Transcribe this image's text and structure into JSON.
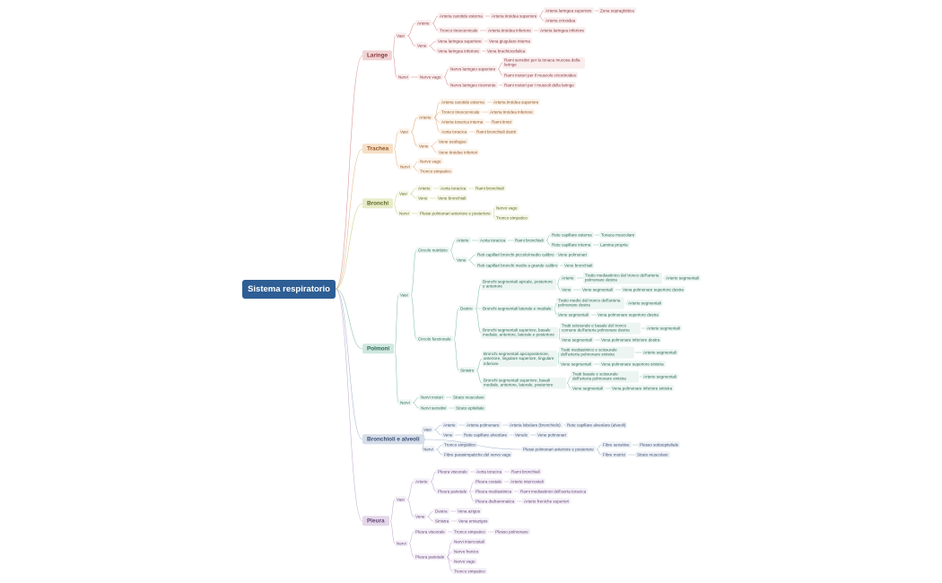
{
  "root": {
    "label": "Sistema respiratorio"
  },
  "branches": [
    {
      "id": "laringe",
      "color": "#d0767a",
      "bg": "#f1d3d4",
      "fg": "#8a3a3e",
      "label": "Laringe",
      "children": [
        {
          "label": "Vasi",
          "children": [
            {
              "label": "Arterie",
              "children": [
                {
                  "label": "Arteria carotide esterna",
                  "children": [
                    {
                      "label": "Arteria tiroidea superiore",
                      "children": [
                        {
                          "label": "Arteria laringea superiore",
                          "children": [
                            {
                              "label": "Zona sopraglottica"
                            }
                          ]
                        },
                        {
                          "label": "Arteria cricoidea"
                        }
                      ]
                    }
                  ]
                },
                {
                  "label": "Tronco tireocervicale",
                  "children": [
                    {
                      "label": "Arteria tiroidea inferiore",
                      "children": [
                        {
                          "label": "Arteria laringea inferiore"
                        }
                      ]
                    }
                  ]
                }
              ]
            },
            {
              "label": "Vene",
              "children": [
                {
                  "label": "Vena laringea superiore",
                  "children": [
                    {
                      "label": "Vena giugulare interna"
                    }
                  ]
                },
                {
                  "label": "Vena laringea inferiore",
                  "children": [
                    {
                      "label": "Vena brachiocefalica"
                    }
                  ]
                }
              ]
            }
          ]
        },
        {
          "label": "Nervi",
          "children": [
            {
              "label": "Nervo vago",
              "children": [
                {
                  "label": "Nervo laringeo superiore",
                  "children": [
                    {
                      "label": "Rami sensitivi per la tonaca mucosa della laringe"
                    },
                    {
                      "label": "Rami motori per il muscolo cricotiroideo"
                    }
                  ]
                },
                {
                  "label": "Nervo laringeo ricorrente",
                  "children": [
                    {
                      "label": "Rami motori per i muscoli della laringe"
                    }
                  ]
                }
              ]
            }
          ]
        }
      ]
    },
    {
      "id": "trachea",
      "color": "#e0a36a",
      "bg": "#f6dfc6",
      "fg": "#93582a",
      "label": "Trachea",
      "children": [
        {
          "label": "Vasi",
          "children": [
            {
              "label": "Arterie",
              "children": [
                {
                  "label": "Arteria carotide esterna",
                  "children": [
                    {
                      "label": "Arteria tiroidea superiore"
                    }
                  ]
                },
                {
                  "label": "Tronco tireocervicale",
                  "children": [
                    {
                      "label": "Arteria tiroidea inferiore"
                    }
                  ]
                },
                {
                  "label": "Arteria toracica interna",
                  "children": [
                    {
                      "label": "Rami timici"
                    }
                  ]
                },
                {
                  "label": "Aorta toracica",
                  "children": [
                    {
                      "label": "Rami bronchiali destri"
                    }
                  ]
                }
              ]
            },
            {
              "label": "Vene",
              "children": [
                {
                  "label": "Vene esofagee"
                },
                {
                  "label": "Vene tiroidee inferiori"
                }
              ]
            }
          ]
        },
        {
          "label": "Nervi",
          "children": [
            {
              "label": "Nervo vago"
            },
            {
              "label": "Tronco simpatico"
            }
          ]
        }
      ]
    },
    {
      "id": "bronchi",
      "color": "#b9c26b",
      "bg": "#e8ebc9",
      "fg": "#5f6a24",
      "label": "Bronchi",
      "children": [
        {
          "label": "Vasi",
          "children": [
            {
              "label": "Arterie",
              "children": [
                {
                  "label": "Aorta toracica",
                  "children": [
                    {
                      "label": "Rami bronchiali"
                    }
                  ]
                }
              ]
            },
            {
              "label": "Vene",
              "children": [
                {
                  "label": "Vene bronchiali"
                }
              ]
            }
          ]
        },
        {
          "label": "Nervi",
          "children": [
            {
              "label": "Plessi polmonari anteriore e posteriore",
              "children": [
                {
                  "label": "Nervo vago"
                },
                {
                  "label": "Tronco simpatico"
                }
              ]
            }
          ]
        }
      ]
    },
    {
      "id": "polmoni",
      "color": "#6fb49d",
      "bg": "#cfe7de",
      "fg": "#2f6b58",
      "label": "Polmoni",
      "children": [
        {
          "label": "Vasi",
          "children": [
            {
              "label": "Circolo nutritizio",
              "children": [
                {
                  "label": "Arterie",
                  "children": [
                    {
                      "label": "Aorta toracica",
                      "children": [
                        {
                          "label": "Rami bronchiali",
                          "children": [
                            {
                              "label": "Rete capillare esterna",
                              "children": [
                                {
                                  "label": "Tonaca muscolare"
                                }
                              ]
                            },
                            {
                              "label": "Rete capillare interna",
                              "children": [
                                {
                                  "label": "Lamina propria"
                                }
                              ]
                            }
                          ]
                        }
                      ]
                    }
                  ]
                },
                {
                  "label": "Vene",
                  "children": [
                    {
                      "label": "Reti capillari bronchi piccolo/medio calibro",
                      "children": [
                        {
                          "label": "Vene polmonari"
                        }
                      ]
                    },
                    {
                      "label": "Reti capillari bronchi medio a grande calibro",
                      "children": [
                        {
                          "label": "Vene bronchiali"
                        }
                      ]
                    }
                  ]
                }
              ]
            },
            {
              "label": "Circolo funzionale",
              "children": [
                {
                  "label": "Destro",
                  "children": [
                    {
                      "label": "Bronchi segmentali apicale, posteriore e anteriore",
                      "children": [
                        {
                          "label": "Arterie",
                          "children": [
                            {
                              "label": "Tratto mediastinico del tronco dell'arteria polmonare destra",
                              "children": [
                                {
                                  "label": "Arterie segmentali"
                                }
                              ]
                            }
                          ]
                        },
                        {
                          "label": "Vene",
                          "children": [
                            {
                              "label": "Vene segmentali",
                              "children": [
                                {
                                  "label": "Vena polmonare superiore destra"
                                }
                              ]
                            }
                          ]
                        }
                      ]
                    },
                    {
                      "label": "Bronchi segmentali laterale e mediale",
                      "children": [
                        {
                          "label": "Tratto medio del tronco dell'arteria polmonare destra",
                          "children": [
                            {
                              "label": "Arterie segmentali"
                            }
                          ]
                        },
                        {
                          "label": "Vene segmentali",
                          "children": [
                            {
                              "label": "Vena polmonare superiore destra"
                            }
                          ]
                        }
                      ]
                    },
                    {
                      "label": "Bronchi segmentali superiore, basale mediale, anteriore, laterale e posteriore",
                      "children": [
                        {
                          "label": "Tratti scissurale e basale del tronco comune dell'arteria polmonare destra",
                          "children": [
                            {
                              "label": "Arterie segmentali"
                            }
                          ]
                        },
                        {
                          "label": "Vene segmentali",
                          "children": [
                            {
                              "label": "Vena polmonare inferiore destra"
                            }
                          ]
                        }
                      ]
                    }
                  ]
                },
                {
                  "label": "Sinistro",
                  "children": [
                    {
                      "label": "Bronchi segmentali apicoposteriore, anteriore, lingulare superiore, lingulare inferiore",
                      "children": [
                        {
                          "label": "Tratti mediastinico e scissurale dell'arteria polmonare sinistra",
                          "children": [
                            {
                              "label": "Arterie segmentali"
                            }
                          ]
                        },
                        {
                          "label": "Vene segmentali",
                          "children": [
                            {
                              "label": "Vena polmonare superiore sinistra"
                            }
                          ]
                        }
                      ]
                    },
                    {
                      "label": "Bronchi segmentali superiore, basali mediale, anteriore, laterale, posteriore",
                      "children": [
                        {
                          "label": "Tratti basale e scissurale dell'arteria polmonare sinistra",
                          "children": [
                            {
                              "label": "Arterie segmentali"
                            }
                          ]
                        },
                        {
                          "label": "Vene segmentali",
                          "children": [
                            {
                              "label": "Vena polmonare inferiore sinistra"
                            }
                          ]
                        }
                      ]
                    }
                  ]
                }
              ]
            }
          ]
        },
        {
          "label": "Nervi",
          "children": [
            {
              "label": "Nervi motori",
              "children": [
                {
                  "label": "Strato muscolare"
                }
              ]
            },
            {
              "label": "Nervi sensitivi",
              "children": [
                {
                  "label": "Strato epiteliale"
                }
              ]
            }
          ]
        }
      ]
    },
    {
      "id": "bronchioli",
      "color": "#8ea3bf",
      "bg": "#d5dde9",
      "fg": "#3e5273",
      "label": "Bronchioli e alveoli",
      "children": [
        {
          "label": "Vasi",
          "children": [
            {
              "label": "Arterie",
              "children": [
                {
                  "label": "Arteria polmonare",
                  "children": [
                    {
                      "label": "Arteria lobulare (bronchiolo)",
                      "children": [
                        {
                          "label": "Rete capillare alveolare (alveoli)"
                        }
                      ]
                    }
                  ]
                }
              ]
            },
            {
              "label": "Vene",
              "children": [
                {
                  "label": "Rete capillare alveolare",
                  "children": [
                    {
                      "label": "Venule",
                      "children": [
                        {
                          "label": "Vene polmonari"
                        }
                      ]
                    }
                  ]
                }
              ]
            }
          ]
        },
        {
          "label": "Nervi",
          "children": [
            {
              "label": "Tronco simpatico"
            },
            {
              "label": "Fibre parasimpatiche del nervo vago"
            }
          ]
        },
        {
          "label": "Plessi polmonari anteriore e posteriore",
          "children": [
            {
              "label": "Fibre sensitive",
              "children": [
                {
                  "label": "Plesso sottoepiteliale"
                }
              ]
            },
            {
              "label": "Fibre motrici",
              "children": [
                {
                  "label": "Strato muscolare"
                }
              ]
            }
          ]
        }
      ]
    },
    {
      "id": "pleura",
      "color": "#b59ac4",
      "bg": "#e4d7ea",
      "fg": "#664a78",
      "label": "Pleura",
      "children": [
        {
          "label": "Vasi",
          "children": [
            {
              "label": "Arterie",
              "children": [
                {
                  "label": "Pleura viscerale",
                  "children": [
                    {
                      "label": "Aorta toracica",
                      "children": [
                        {
                          "label": "Rami bronchiali"
                        }
                      ]
                    }
                  ]
                },
                {
                  "label": "Pleura parietale",
                  "children": [
                    {
                      "label": "Pleura costale",
                      "children": [
                        {
                          "label": "Arterie intercostali"
                        }
                      ]
                    },
                    {
                      "label": "Pleura mediastinica",
                      "children": [
                        {
                          "label": "Rami mediastinici dell'aorta toracica"
                        }
                      ]
                    },
                    {
                      "label": "Pleura diaframmatica",
                      "children": [
                        {
                          "label": "Arterie freniche superiori"
                        }
                      ]
                    }
                  ]
                }
              ]
            },
            {
              "label": "Vene",
              "children": [
                {
                  "label": "Destra",
                  "children": [
                    {
                      "label": "Vena azigos"
                    }
                  ]
                },
                {
                  "label": "Sinistra",
                  "children": [
                    {
                      "label": "Vena emiazigos"
                    }
                  ]
                }
              ]
            }
          ]
        },
        {
          "label": "Nervi",
          "children": [
            {
              "label": "Pleura viscerale",
              "children": [
                {
                  "label": "Tronco simpatico",
                  "children": [
                    {
                      "label": "Plesso polmonare"
                    }
                  ]
                }
              ]
            },
            {
              "label": "Pleura parietale",
              "children": [
                {
                  "label": "Nervi intercostali"
                },
                {
                  "label": "Nervo frenico"
                },
                {
                  "label": "Nervo vago"
                },
                {
                  "label": "Tronco simpatico"
                }
              ]
            }
          ]
        }
      ]
    }
  ]
}
